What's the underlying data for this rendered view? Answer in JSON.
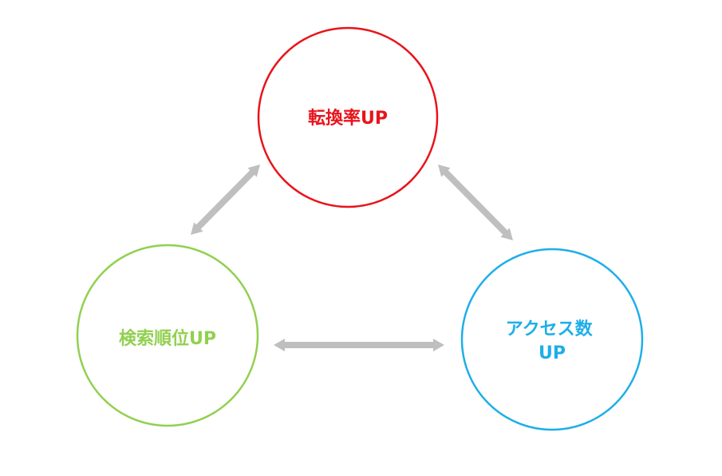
{
  "nodes": [
    {
      "id": "conversion",
      "lines": [
        "転換率UP"
      ],
      "color": "#e8141b"
    },
    {
      "id": "search-rank",
      "lines": [
        "検索順位UP"
      ],
      "color": "#92d050"
    },
    {
      "id": "access",
      "lines": [
        "アクセス数",
        "UP"
      ],
      "color": "#1eaee8"
    }
  ],
  "arrow_color": "#bfbfbf"
}
